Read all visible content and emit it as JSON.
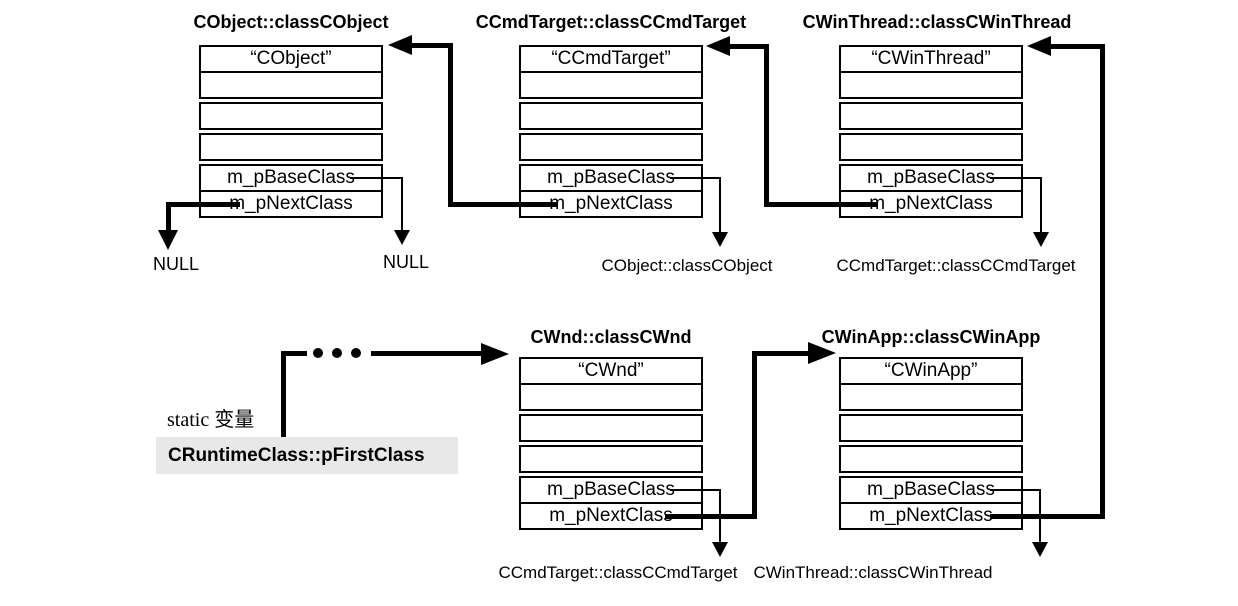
{
  "boxes": {
    "field_base": "m_pBaseClass",
    "field_next": "m_pNextClass",
    "top": [
      {
        "title": "CObject::classCObject",
        "name": "“CObject”"
      },
      {
        "title": "CCmdTarget::classCCmdTarget",
        "name": "“CCmdTarget”"
      },
      {
        "title": "CWinThread::classCWinThread",
        "name": "“CWinThread”"
      }
    ],
    "bottom": [
      {
        "title": "CWnd::classCWnd",
        "name": "“CWnd”"
      },
      {
        "title": "CWinApp::classCWinApp",
        "name": "“CWinApp”"
      }
    ]
  },
  "pointer_labels": {
    "cobject_next_null": "NULL",
    "cobject_base_null": "NULL",
    "ccmdtarget_base": "CObject::classCObject",
    "cwinthread_base": "CCmdTarget::classCCmdTarget",
    "cwnd_base": "CCmdTarget::classCCmdTarget",
    "cwinapp_base": "CWinThread::classCWinThread"
  },
  "annotations": {
    "static_label": "static 变量",
    "first_class": "CRuntimeClass::pFirstClass"
  },
  "icons": {
    "ellipsis_dots": "•••"
  },
  "colors": {
    "highlight_bg": "#e8e8e8",
    "line": "#000000",
    "background": "#ffffff"
  }
}
